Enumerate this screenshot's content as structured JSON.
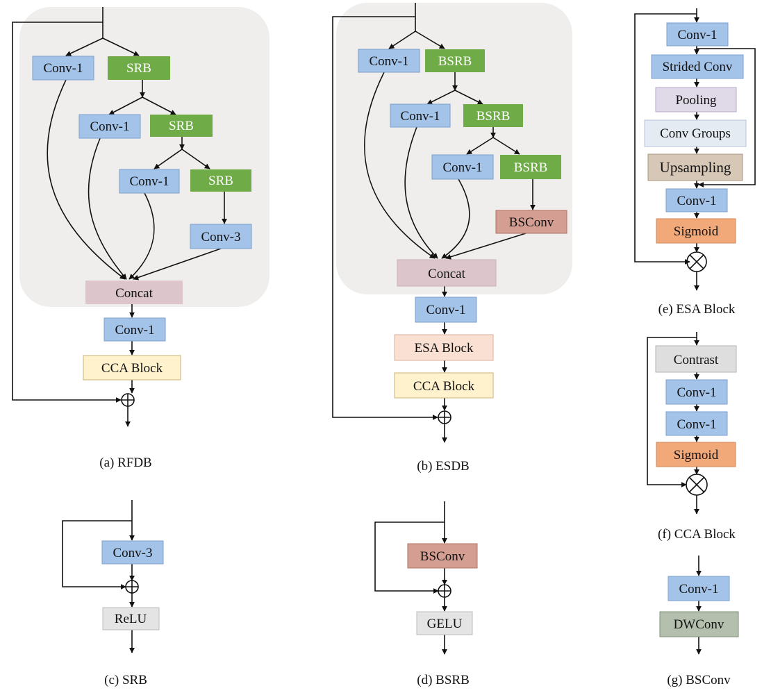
{
  "colors": {
    "conv": "#a4c3e8",
    "srb": "#6fab47",
    "concat": "#dcc6cc",
    "cca": "#fff2cc",
    "esa": "#f9e0d2",
    "bsconv": "#d49f92",
    "relu": "#e4e4e4",
    "strided": "#a4c3e8",
    "pooling": "#dfd9e8",
    "convgroups": "#e4ebf3",
    "upsampling": "#d7c7b7",
    "sigmoid": "#f2a97a",
    "contrast": "#dedede",
    "dwconv": "#b4bfae",
    "panel_bg": "#efeeec"
  },
  "rfdb": {
    "caption": "(a) RFDB",
    "conv1_a": "Conv-1",
    "srb_a": "SRB",
    "conv1_b": "Conv-1",
    "srb_b": "SRB",
    "conv1_c": "Conv-1",
    "srb_c": "SRB",
    "conv3": "Conv-3",
    "concat": "Concat",
    "conv1_out": "Conv-1",
    "cca": "CCA Block"
  },
  "esdb": {
    "caption": "(b) ESDB",
    "conv1_a": "Conv-1",
    "bsrb_a": "BSRB",
    "conv1_b": "Conv-1",
    "bsrb_b": "BSRB",
    "conv1_c": "Conv-1",
    "bsrb_c": "BSRB",
    "bsconv": "BSConv",
    "concat": "Concat",
    "conv1_out": "Conv-1",
    "esa": "ESA Block",
    "cca": "CCA Block"
  },
  "srb": {
    "caption": "(c) SRB",
    "conv3": "Conv-3",
    "relu": "ReLU"
  },
  "bsrb": {
    "caption": "(d) BSRB",
    "bsconv": "BSConv",
    "gelu": "GELU"
  },
  "esa_block": {
    "caption": "(e) ESA Block",
    "conv1_in": "Conv-1",
    "strided": "Strided Conv",
    "pooling": "Pooling",
    "conv_groups": "Conv Groups",
    "upsampling": "Upsampling",
    "conv1_out": "Conv-1",
    "sigmoid": "Sigmoid"
  },
  "cca_block": {
    "caption": "(f) CCA Block",
    "contrast": "Contrast",
    "conv1_a": "Conv-1",
    "conv1_b": "Conv-1",
    "sigmoid": "Sigmoid"
  },
  "bsconv_block": {
    "caption": "(g) BSConv",
    "conv1": "Conv-1",
    "dwconv": "DWConv"
  }
}
